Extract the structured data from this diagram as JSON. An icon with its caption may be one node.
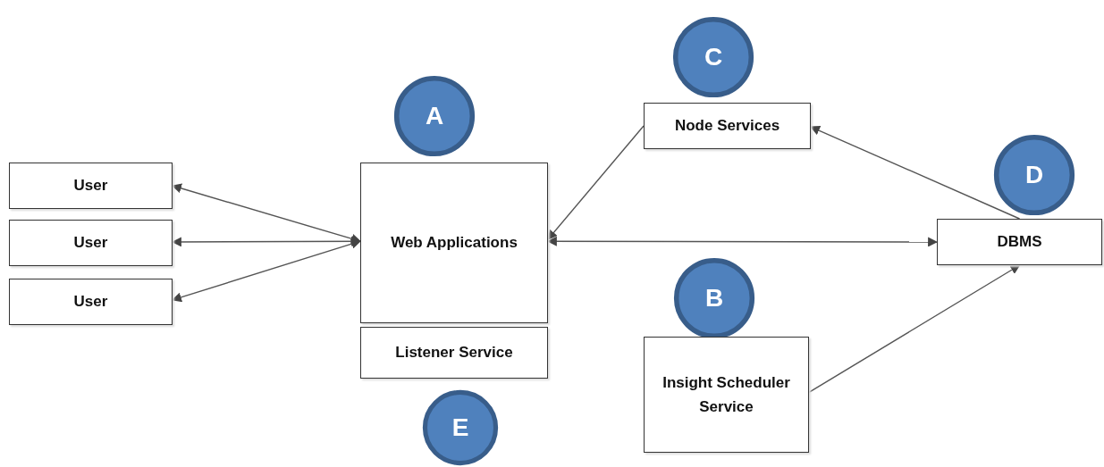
{
  "diagram": {
    "nodes": [
      {
        "text": [
          "C"
        ]
      },
      {
        "text": [
          "Node Services"
        ]
      },
      {
        "text": [
          "A"
        ]
      },
      {
        "text": [
          "D"
        ]
      },
      {
        "text": [
          "User"
        ]
      },
      {
        "text": [
          "Web Applications"
        ]
      },
      {
        "text": [
          "User"
        ]
      },
      {
        "text": [
          "DBMS"
        ]
      },
      {
        "text": [
          "User"
        ]
      },
      {
        "text": [
          "B"
        ]
      },
      {
        "text": [
          "Listener Service"
        ]
      },
      {
        "text": [
          "Insight Scheduler Service"
        ]
      },
      {
        "text": [
          "E"
        ]
      }
    ],
    "edges": [
      {
        "from": 5,
        "to": 4,
        "arrow": "both"
      },
      {
        "from": 5,
        "to": 6,
        "arrow": "both"
      },
      {
        "from": 5,
        "to": 8,
        "arrow": "both"
      },
      {
        "from": 5,
        "to": 7,
        "arrow": "both"
      },
      {
        "from": 1,
        "to": 5,
        "arrow": "to"
      },
      {
        "from": 7,
        "to": 1,
        "arrow": "to"
      },
      {
        "from": 11,
        "to": 7,
        "arrow": "to"
      }
    ]
  }
}
